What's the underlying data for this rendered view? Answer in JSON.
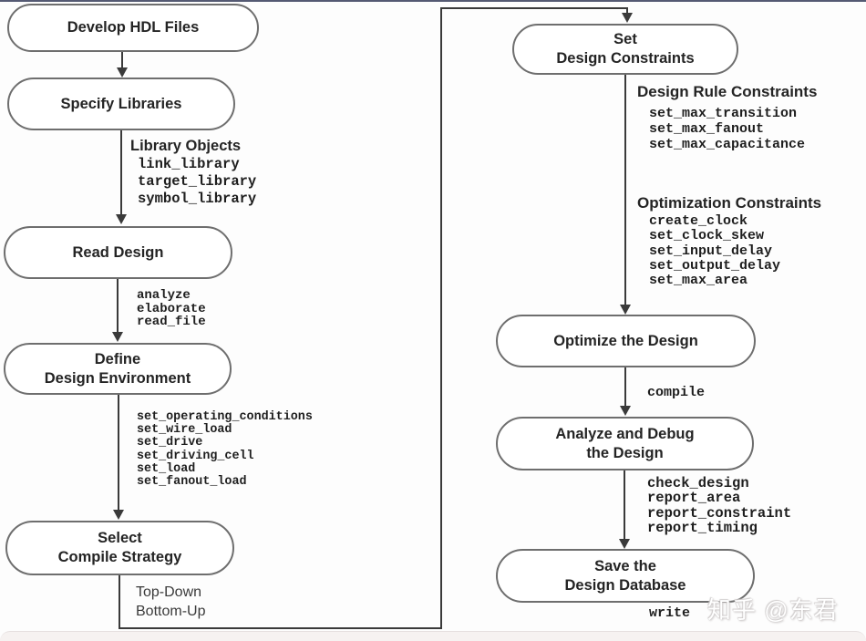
{
  "nodes": {
    "develop_hdl": {
      "lines": [
        "Develop HDL Files"
      ]
    },
    "specify_libraries": {
      "lines": [
        "Specify Libraries"
      ]
    },
    "read_design": {
      "lines": [
        "Read Design"
      ]
    },
    "define_env": {
      "lines": [
        "Define",
        "Design Environment"
      ]
    },
    "select_compile": {
      "lines": [
        "Select",
        "Compile Strategy"
      ]
    },
    "set_constraints": {
      "lines": [
        "Set",
        "Design Constraints"
      ]
    },
    "optimize": {
      "lines": [
        "Optimize the Design"
      ]
    },
    "analyze_debug": {
      "lines": [
        "Analyze and Debug",
        "the Design"
      ]
    },
    "save_db": {
      "lines": [
        "Save the",
        "Design Database"
      ]
    }
  },
  "annotations": {
    "library_objects": {
      "title": "Library Objects",
      "commands": [
        "link_library",
        "target_library",
        "symbol_library"
      ]
    },
    "read_cmds": {
      "commands": [
        "analyze",
        "elaborate",
        "read_file"
      ]
    },
    "env_cmds": {
      "commands": [
        "set_operating_conditions",
        "set_wire_load",
        "set_drive",
        "set_driving_cell",
        "set_load",
        "set_fanout_load"
      ]
    },
    "strategy_options": {
      "options": [
        "Top-Down",
        "Bottom-Up"
      ]
    },
    "design_rule": {
      "title": "Design Rule Constraints",
      "commands": [
        "set_max_transition",
        "set_max_fanout",
        "set_max_capacitance"
      ]
    },
    "optimization": {
      "title": "Optimization Constraints",
      "commands": [
        "create_clock",
        "set_clock_skew",
        "set_input_delay",
        "set_output_delay",
        "set_max_area"
      ]
    },
    "compile_cmd": {
      "commands": [
        "compile"
      ]
    },
    "report_cmds": {
      "commands": [
        "check_design",
        "report_area",
        "report_constraint",
        "report_timing"
      ]
    },
    "write_cmd": {
      "commands": [
        "write"
      ]
    }
  },
  "watermark": {
    "text": "知乎 @东君"
  },
  "colors": {
    "line": "#3a3a3a",
    "box_border": "#6e6e6e",
    "text": "#242424",
    "background": "#fdfdfd",
    "bottom_strip": "#f6f2f1",
    "top_edge": "#2a3150"
  }
}
